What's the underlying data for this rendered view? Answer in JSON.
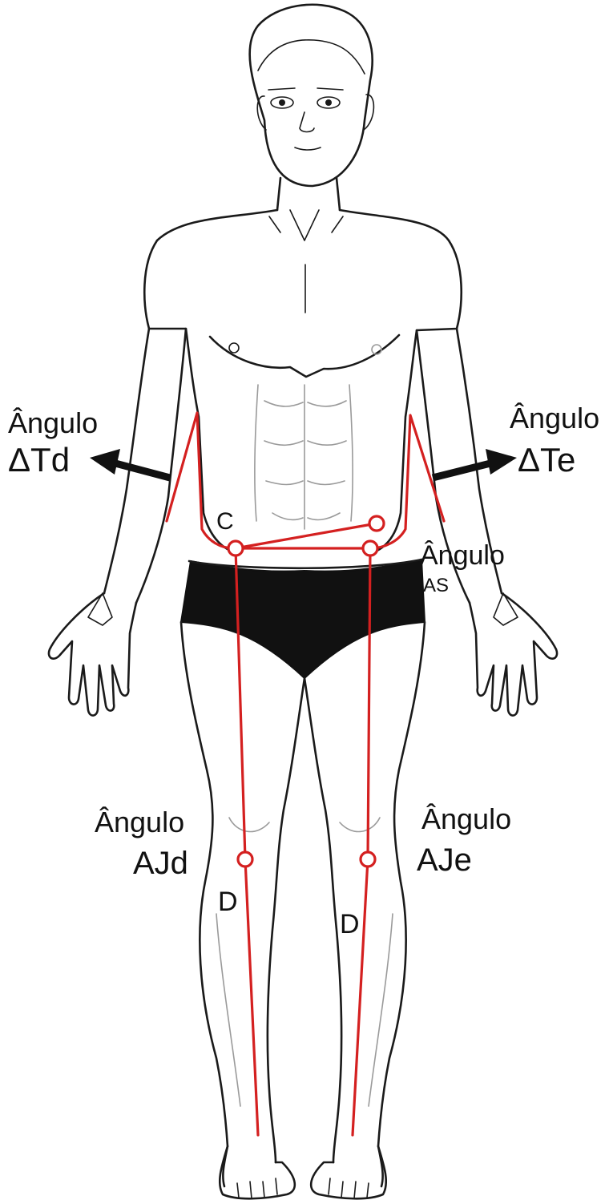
{
  "colors": {
    "measure_line": "#d42020",
    "outline": "#1a1a1a",
    "shorts": "#111111",
    "arrow": "#111111"
  },
  "labels": {
    "td": {
      "line1": "Ângulo",
      "line2": "ΔTd"
    },
    "te": {
      "line1": "Ângulo",
      "line2": "ΔTe"
    },
    "as": {
      "line1": "Ângulo",
      "line2": "AS"
    },
    "ajd": {
      "line1": "Ângulo",
      "line2": "AJd"
    },
    "aje": {
      "line1": "Ângulo",
      "line2": "AJe"
    },
    "point_c": "C",
    "point_d_right": "D",
    "point_d_left": "D"
  }
}
